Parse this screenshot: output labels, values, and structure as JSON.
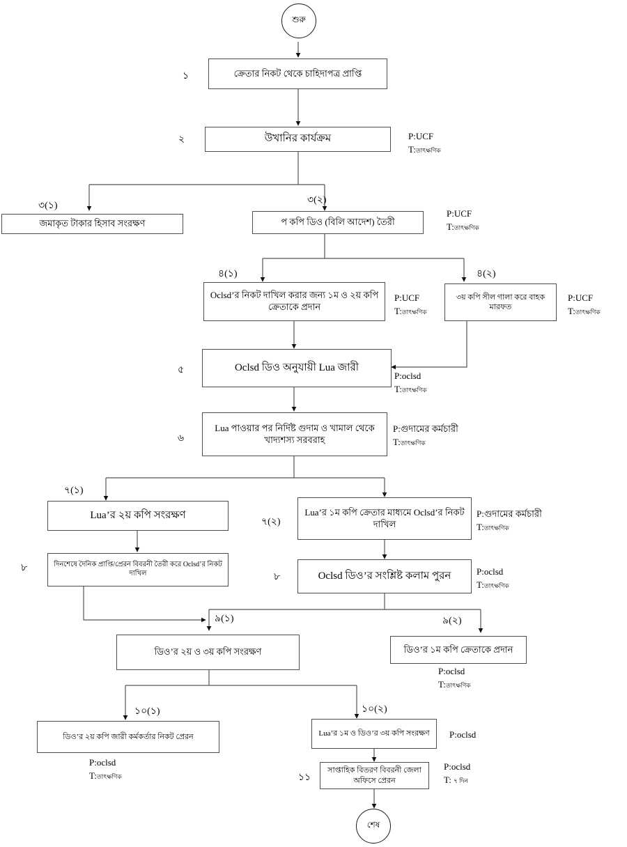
{
  "diagram": {
    "title": "Food grain distribution process flowchart (Bengali)",
    "start_label": "শুরু",
    "end_label": "শেষ"
  },
  "nodes": [
    {
      "id": "n1",
      "text": "ক্রেতার নিকট থেকে চাহিদাপত্র প্রাপ্তি"
    },
    {
      "id": "n2",
      "text": "উখানির কার্যক্রম"
    },
    {
      "id": "n31",
      "text": "জমাকৃত টাকার হিসাব সংরক্ষণ"
    },
    {
      "id": "n32",
      "text": "প কপি ডিও (বিলি আদেশ) তৈরী"
    },
    {
      "id": "n41",
      "text": "Oclsd’র নিকট দাখিল করার জন্য ১ম ও ২য় কপি ক্রেতাকে প্রদান"
    },
    {
      "id": "n42",
      "text": "৩য় কপি সীল গালা করে বাহক মারফত"
    },
    {
      "id": "n5",
      "text": "Oclsd ডিও অনুযায়ী Lua জারী"
    },
    {
      "id": "n6",
      "text": "Lua পাওয়ার পর নির্দিষ্ট গুদাম ও খামাল থেকে খাদ্যশস্য সরবরাহ"
    },
    {
      "id": "n71",
      "text": "Lua’র ২য় কপি সংরক্ষণ"
    },
    {
      "id": "n72",
      "text": "Lua’র ১ম কপি ক্রেতার মাধ্যমে Oclsd’র নিকট দাখিল"
    },
    {
      "id": "n81",
      "text": "দিনশেষে দৈনিক প্রাপ্তি/প্রেরন বিবরনী তৈরী করে Oclsd’র নিকট দাখিল"
    },
    {
      "id": "n82",
      "text": "Oclsd ডিও’র সংশ্লিষ্ট কলাম পুরন"
    },
    {
      "id": "n91",
      "text": "ডিও’র ২য় ও ৩য় কপি সংরক্ষণ"
    },
    {
      "id": "n92",
      "text": "ডিও’র ১ম কপি ক্রেতাকে প্রদান"
    },
    {
      "id": "n101",
      "text": "ডিও’র ২য় কপি জারী কর্মকর্তার নিকট প্রেরন"
    },
    {
      "id": "n102",
      "text": "Lua’র ১ম ও ডিও’র ৩য় কপি সংরক্ষণ"
    },
    {
      "id": "n11",
      "text": "সাপ্তাহিক বিতরণ বিবরনী জেলা অফিসে প্রেরন"
    }
  ],
  "step_numbers": [
    {
      "id": "s1",
      "text": "১"
    },
    {
      "id": "s2",
      "text": "২"
    },
    {
      "id": "s5",
      "text": "৫"
    },
    {
      "id": "s6",
      "text": "৬"
    },
    {
      "id": "s8a",
      "text": "৮"
    },
    {
      "id": "s8b",
      "text": "৮"
    },
    {
      "id": "s11",
      "text": "১১"
    }
  ],
  "branch_labels": [
    {
      "id": "b31",
      "text": "৩(১)"
    },
    {
      "id": "b32",
      "text": "৩(২)"
    },
    {
      "id": "b41",
      "text": "৪(১)"
    },
    {
      "id": "b42",
      "text": "৪(২)"
    },
    {
      "id": "b71",
      "text": "৭(১)"
    },
    {
      "id": "b72",
      "text": "৭(২)"
    },
    {
      "id": "b91",
      "text": "৯(১)"
    },
    {
      "id": "b92",
      "text": "৯(২)"
    },
    {
      "id": "b101",
      "text": "১০(১)"
    },
    {
      "id": "b102",
      "text": "১০(২)"
    }
  ],
  "annotations": [
    {
      "id": "a2",
      "p": "P:UCF",
      "t_prefix": "T:",
      "t_value": "তাৎক্ষণিক"
    },
    {
      "id": "a32",
      "p": "P:UCF",
      "t_prefix": "T:",
      "t_value": "তাৎক্ষণিক"
    },
    {
      "id": "a41",
      "p": "P:UCF",
      "t_prefix": "T:",
      "t_value": "তাৎক্ষণিক"
    },
    {
      "id": "a42",
      "p": "P:UCF",
      "t_prefix": "T:",
      "t_value": "তাৎক্ষণিক"
    },
    {
      "id": "a5",
      "p": "P:oclsd",
      "t_prefix": "T:",
      "t_value": "তাৎক্ষণিক"
    },
    {
      "id": "a6",
      "p": "P:গুদামের কর্মচারী",
      "t_prefix": "T:",
      "t_value": "তাৎক্ষণিক"
    },
    {
      "id": "a72",
      "p": "P:গুদামের কর্মচারী",
      "t_prefix": "T:",
      "t_value": "তাৎক্ষণিক"
    },
    {
      "id": "a82",
      "p": "P:oclsd",
      "t_prefix": "T:",
      "t_value": "তাৎক্ষণিক"
    },
    {
      "id": "a92",
      "p": "P:oclsd",
      "t_prefix": "T:",
      "t_value": "তাৎক্ষণিক"
    },
    {
      "id": "a101",
      "p": "P:oclsd",
      "t_prefix": "T:",
      "t_value": "তাৎক্ষণিক"
    },
    {
      "id": "a102",
      "p": "P:oclsd",
      "t_prefix": "",
      "t_value": ""
    },
    {
      "id": "a11",
      "p": "P:oclsd",
      "t_prefix": "T: ",
      "t_value": "৭ দিন"
    }
  ],
  "colors": {
    "stroke": "#545454",
    "box_border": "#4d4d4d",
    "text": "#000000",
    "background": "#ffffff"
  }
}
